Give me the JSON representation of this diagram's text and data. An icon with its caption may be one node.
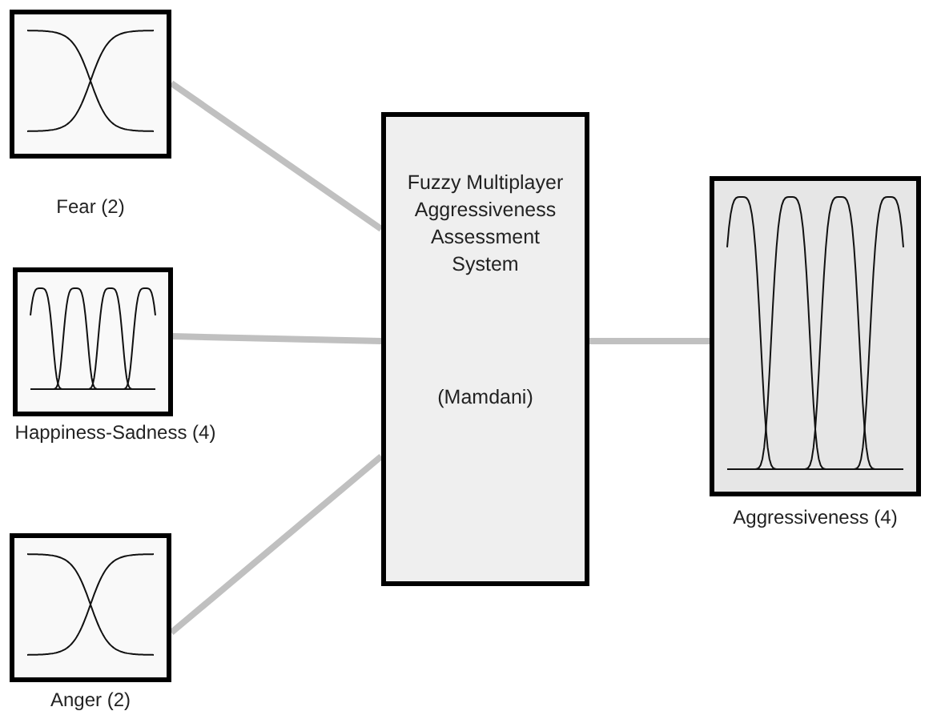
{
  "diagram": {
    "nodes": [
      {
        "text": [
          "Fear (2)"
        ]
      },
      {
        "text": [
          "Happiness-Sadness (4)"
        ]
      },
      {
        "text": [
          "Anger (2)"
        ]
      },
      {
        "text": [
          "Fuzzy Multiplayer Aggressiveness Assessment System",
          "(Mamdani)"
        ]
      },
      {
        "text": [
          "Aggressiveness (4)"
        ]
      }
    ],
    "edges": [
      {
        "from": 0,
        "to": 3,
        "arrow": "none"
      },
      {
        "from": 1,
        "to": 3,
        "arrow": "none"
      },
      {
        "from": 2,
        "to": 3,
        "arrow": "none"
      },
      {
        "from": 3,
        "to": 4,
        "arrow": "none"
      }
    ]
  }
}
